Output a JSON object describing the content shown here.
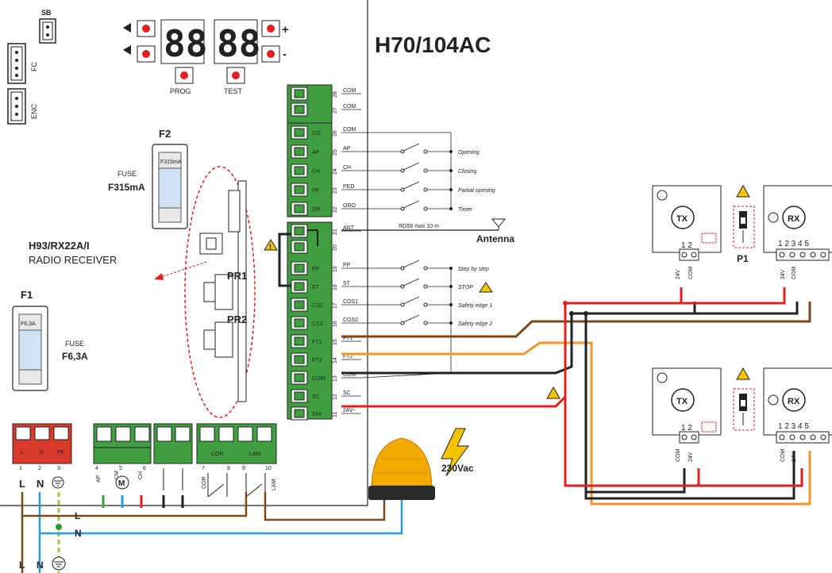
{
  "board": {
    "title": "H70/104AC",
    "connectors": [
      "SB",
      "FC",
      "ENC"
    ],
    "display": {
      "digits": "88",
      "digits2": "88",
      "buttons": [
        "PROG",
        "TEST"
      ],
      "plus": "+",
      "minus": "-"
    }
  },
  "fuses": [
    {
      "id": "F2",
      "label": "FUSE",
      "value": "F315mA",
      "glass_text": "F315mA"
    },
    {
      "id": "F1",
      "label": "FUSE",
      "value": "F6,3A",
      "glass_text": "F6,3A"
    }
  ],
  "radio_receiver": {
    "model": "H93/RX22A/I",
    "label": "RADIO RECEIVER",
    "buttons": [
      "PR1",
      "PR2"
    ]
  },
  "terminals": [
    {
      "num": "28",
      "label": "COM"
    },
    {
      "num": "27",
      "label": "COM"
    },
    {
      "num": "26",
      "code": "CO",
      "label": "COM"
    },
    {
      "num": "25",
      "code": "AP",
      "label": "AP",
      "function": "Opening"
    },
    {
      "num": "24",
      "code": "CH",
      "label": "CH",
      "function": "Closing"
    },
    {
      "num": "23",
      "code": "PE",
      "label": "PED",
      "function": "Partial opening"
    },
    {
      "num": "22",
      "code": "OR",
      "label": "ORO",
      "function": "Timer"
    },
    {
      "num": "21",
      "label": "ANT"
    },
    {
      "num": "20",
      "label": ""
    },
    {
      "num": "19",
      "code": "PP",
      "label": "PP",
      "function": "Step by step"
    },
    {
      "num": "18",
      "code": "ST",
      "label": "ST",
      "function": "STOP"
    },
    {
      "num": "17",
      "code": "CS1",
      "label": "COS1",
      "function": "Safety edge 1"
    },
    {
      "num": "16",
      "code": "CS2",
      "label": "COS2",
      "function": "Safety edge 2"
    },
    {
      "num": "15",
      "code": "FT1",
      "label": "FT1"
    },
    {
      "num": "14",
      "code": "FT2",
      "label": "FT2"
    },
    {
      "num": "13",
      "code": "COM",
      "label": "COM"
    },
    {
      "num": "12",
      "code": "SC",
      "label": "SC"
    },
    {
      "num": "11",
      "code": "24V",
      "label": "24V~"
    }
  ],
  "antenna": {
    "cable": "RG58 max 10 m",
    "label": "Antenna"
  },
  "power": {
    "terminals": [
      {
        "num": "1",
        "label": "L"
      },
      {
        "num": "2",
        "label": "N"
      },
      {
        "num": "3",
        "label": "PE"
      }
    ],
    "line_labels": [
      "L",
      "N"
    ],
    "bottom_labels": [
      "L",
      "N"
    ]
  },
  "motor_block": {
    "nums": [
      "4",
      "5",
      "6"
    ],
    "labels": [
      "AP",
      "CM",
      "CH"
    ],
    "motor": "M"
  },
  "lamp_block": {
    "nums": [
      "7",
      "8",
      "9",
      "10"
    ],
    "labels": [
      "COR",
      "LAM"
    ],
    "side_labels": [
      "COR",
      "LAM"
    ]
  },
  "flashing_light": {
    "voltage": "230Vac"
  },
  "photocells": [
    {
      "tx": "TX",
      "rx": "RX",
      "tx_pins": "1 2",
      "rx_pins": "1 2 3 4 5",
      "tx_wires": [
        "24V",
        "COM"
      ],
      "rx_wires": [
        "24V",
        "COM"
      ],
      "jumper": "P1"
    },
    {
      "tx": "TX",
      "rx": "RX",
      "tx_pins": "1 2",
      "rx_pins": "1 2 3 4 5",
      "tx_wires": [
        "COM",
        "24V"
      ],
      "rx_wires": [
        "COM",
        "24V"
      ]
    }
  ],
  "colors": {
    "terminal_green": "#3f9e3f",
    "power_red": "#d83a2b",
    "wire_brown": "#7b4a1e",
    "wire_orange": "#f0962a",
    "wire_red": "#e02020",
    "wire_blue": "#2b9be0",
    "wire_yellowgreen": "#a8c040",
    "warning_yellow": "#f5c400",
    "lamp_amber": "#f2a900"
  }
}
